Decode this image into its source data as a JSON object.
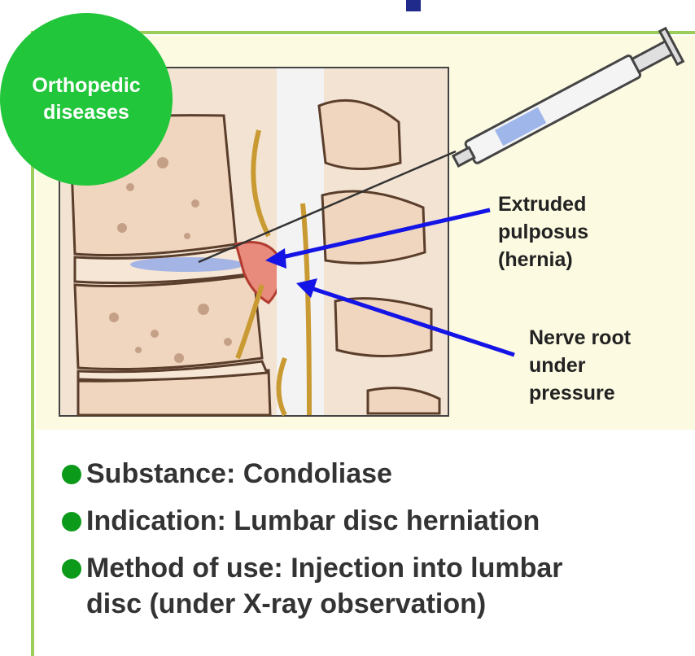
{
  "badge": {
    "line1": "Orthopedic",
    "line2": "diseases"
  },
  "callouts": {
    "hernia": {
      "line1": "Extruded",
      "line2": "pulposus",
      "line3": "(hernia)"
    },
    "nerve": {
      "line1": "Nerve root",
      "line2": "under",
      "line3": "pressure"
    }
  },
  "bullets": [
    {
      "text": "Substance: Condoliase"
    },
    {
      "text": "Indication: Lumbar disc herniation"
    },
    {
      "line1": "Method of use: Injection into lumbar",
      "line2": "disc (under X-ray observation)"
    }
  ],
  "colors": {
    "badge": "#22c63a",
    "frame": "#9acd5a",
    "arrow": "#1414e6",
    "bullet": "#0c9a1a"
  },
  "icons": [
    "syringe-icon",
    "arrow-icon",
    "bullet-dot-icon"
  ]
}
